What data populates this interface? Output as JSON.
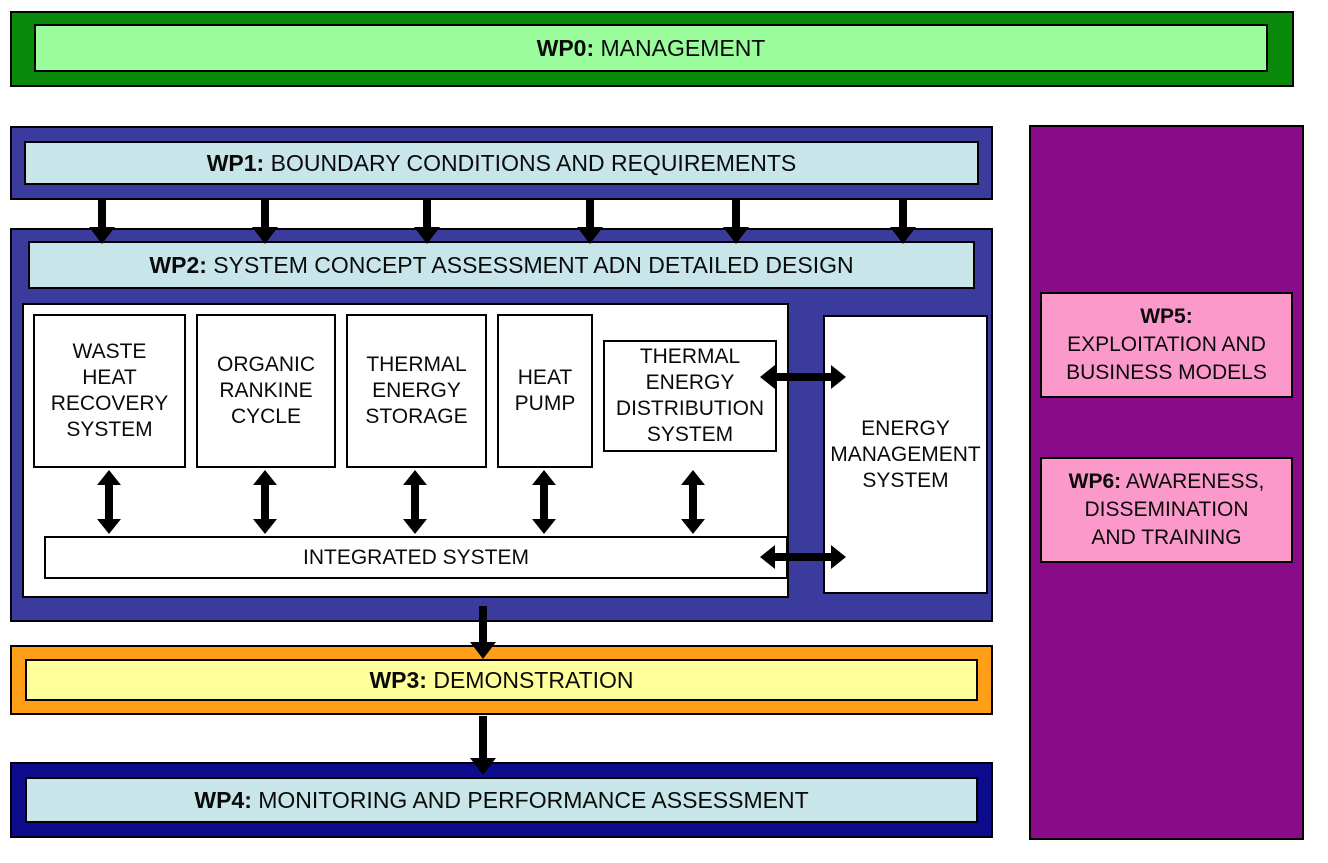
{
  "wp0": {
    "code": "WP0:",
    "label": " MANAGEMENT"
  },
  "wp1": {
    "code": "WP1:",
    "label": " BOUNDARY CONDITIONS AND REQUIREMENTS"
  },
  "wp2": {
    "code": "WP2:",
    "label": " SYSTEM CONCEPT ASSESSMENT ADN DETAILED DESIGN",
    "components": {
      "waste_heat": "WASTE\nHEAT\nRECOVERY\nSYSTEM",
      "organic_rankine": "ORGANIC\nRANKINE\nCYCLE",
      "thermal_storage": "THERMAL\nENERGY\nSTORAGE",
      "heat_pump": "HEAT\nPUMP",
      "thermal_distribution": "THERMAL\nENERGY\nDISTRIBUTION\nSYSTEM",
      "energy_management": "ENERGY\nMANAGEMENT\nSYSTEM",
      "integrated_system": "INTEGRATED SYSTEM"
    }
  },
  "wp3": {
    "code": "WP3:",
    "label": " DEMONSTRATION"
  },
  "wp4": {
    "code": "WP4:",
    "label": " MONITORING AND PERFORMANCE ASSESSMENT"
  },
  "wp5": {
    "code": "WP5:",
    "label": "EXPLOITATION AND\nBUSINESS MODELS"
  },
  "wp6": {
    "code": "WP6:",
    "label": " AWARENESS,\nDISSEMINATION\nAND TRAINING"
  },
  "colors": {
    "wp0_frame": "#0A8A0A",
    "wp0_fill": "#9BFC9B",
    "wp1_wp2_frame": "#3B3B9E",
    "light_blue_fill": "#C8E5EA",
    "wp3_frame": "#FF9E17",
    "wp3_fill": "#FFFF9C",
    "wp4_frame": "#0B0B8B",
    "panel_fill": "#8A0B8A",
    "wp5_wp6_fill": "#FB9ACA",
    "arrow": "#000000",
    "box_fill": "#FFFFFF"
  }
}
